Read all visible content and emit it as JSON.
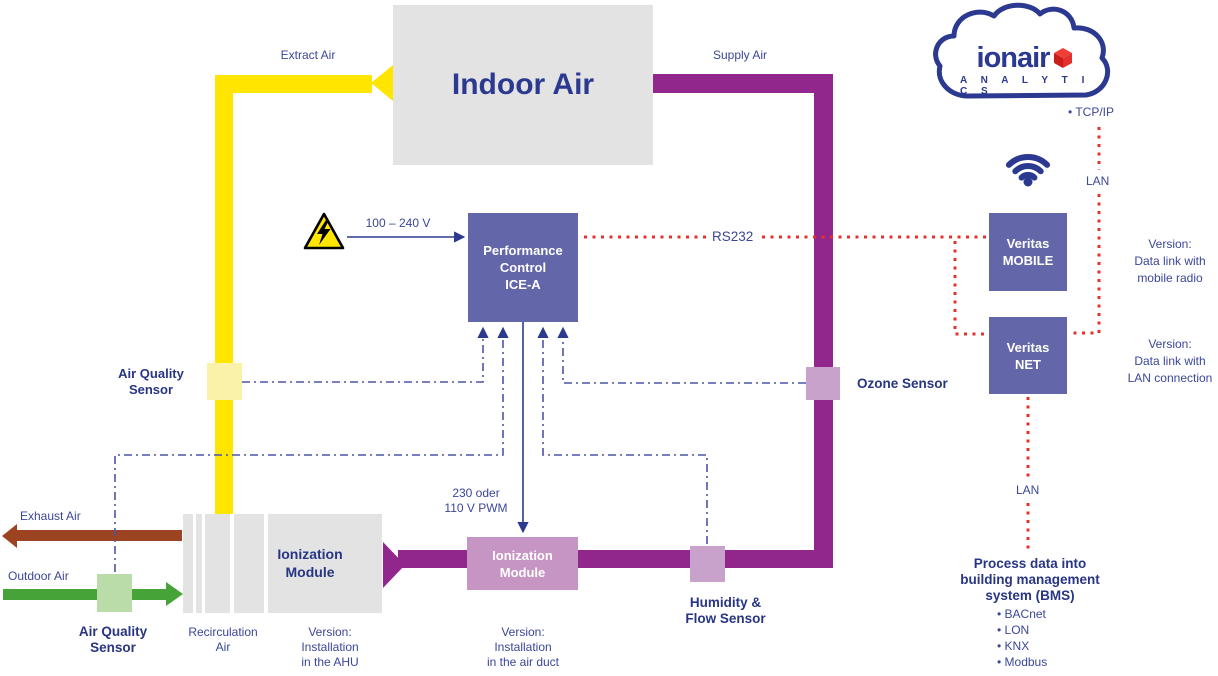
{
  "colors": {
    "blue_text": "#2b3990",
    "box_blue": "#6367a9",
    "pipe_purple": "#91278d",
    "module_pink": "#c795c3",
    "sensor_purple": "#c9a2cb",
    "pipe_yellow": "#ffe500",
    "sensor_yellow": "#faf2a9",
    "arrow_green": "#46a338",
    "sensor_green": "#b9dca9",
    "arrow_brown": "#9c4322",
    "box_gray": "#e3e3e3",
    "dotted_red": "#e5312b",
    "dashdot_blue": "#4a55a8"
  },
  "indoor_air": {
    "label": "Indoor Air"
  },
  "airflow": {
    "extract": "Extract Air",
    "supply": "Supply Air",
    "exhaust": "Exhaust Air",
    "outdoor": "Outdoor Air",
    "recirculation": "Recirculation\nAir"
  },
  "controller": {
    "label": "Performance\nControl\nICE-A",
    "power": "100 – 240 V",
    "pwm": "230 oder\n110 V PWM",
    "rs232": "RS232"
  },
  "sensors": {
    "extract_air_quality": "Air Quality\nSensor",
    "outdoor_air_quality": "Air Quality\nSensor",
    "ozone": "Ozone Sensor",
    "humidity": "Humidity &\nFlow Sensor"
  },
  "modules": {
    "duct_label": "Ionization\nModule",
    "duct_version": "Version:\nInstallation\nin the air duct",
    "ahu_label": "Ionization\nModule",
    "ahu_version": "Version:\nInstallation\nin the AHU"
  },
  "cloud": {
    "brand": "ionair",
    "sub": "A N A L Y T I C S",
    "tcpip": "• TCP/IP",
    "lan_top": "LAN",
    "lan_bottom": "LAN"
  },
  "veritas": {
    "mobile_label": "Veritas\nMOBILE",
    "mobile_version": "Version:\nData link with\nmobile radio",
    "net_label": "Veritas\nNET",
    "net_version": "Version:\nData link with\nLAN connection"
  },
  "bms": {
    "title": "Process data into\nbuilding management\nsystem (BMS)",
    "items": [
      "• BACnet",
      "• LON",
      "• KNX",
      "• Modbus"
    ]
  }
}
